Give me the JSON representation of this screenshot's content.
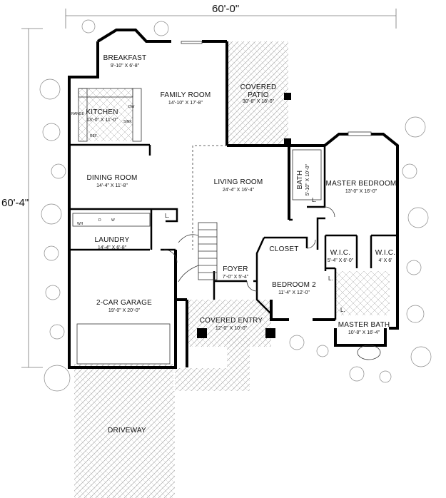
{
  "dimensions": {
    "width": "60'-0\"",
    "depth": "60'-4\""
  },
  "rooms": {
    "breakfast": {
      "name": "BREAKFAST",
      "size": "9'-10\" X 6'-8\""
    },
    "kitchen": {
      "name": "KITCHEN",
      "size": "13'-0\" X 11'-0\""
    },
    "family_room": {
      "name": "FAMILY ROOM",
      "size": "14'-10\" X 17'-8\""
    },
    "covered_patio": {
      "name_line1": "COVERED",
      "name_line2": "PATIO",
      "size": "30'-6\" X 18'-0\""
    },
    "dining_room": {
      "name": "DINING ROOM",
      "size": "14'-4\" X 11'-8\""
    },
    "living_room": {
      "name": "LIVING ROOM",
      "size": "24'-4\" X 16'-4\""
    },
    "bath": {
      "name": "BATH",
      "size": "5'-10\" X 10'-0\""
    },
    "master_bedroom": {
      "name": "MASTER BEDROOM",
      "size": "13'-0\" X 16'-0\""
    },
    "laundry": {
      "name": "LAUNDRY",
      "size": "14'-4\" X 6'-8\""
    },
    "closet": {
      "name": "CLOSET"
    },
    "wic1": {
      "name": "W.I.C.",
      "size": "5'-4\" X 6'-0\""
    },
    "wic2": {
      "name": "W.I.C.",
      "size": "4' X 6'"
    },
    "foyer": {
      "name": "FOYER",
      "size": "7'-0\" X 5'-4\""
    },
    "bedroom2": {
      "name": "BEDROOM 2",
      "size": "11'-4\" X 12'-0\""
    },
    "garage": {
      "name": "2-CAR GARAGE",
      "size": "19'-0\" X 20'-0\""
    },
    "covered_entry": {
      "name": "COVERED ENTRY",
      "size": "12'-0\" X 10'-0\""
    },
    "master_bath": {
      "name": "MASTER BATH",
      "size": "10'-8\" X 16'-4\""
    },
    "driveway": {
      "name": "DRIVEWAY"
    }
  },
  "fixtures": {
    "range": "RANGE",
    "dw": "DW",
    "sink": "SINK",
    "ref": "REF.",
    "wh": "WH",
    "d": "D",
    "w": "W",
    "linen": "L."
  }
}
